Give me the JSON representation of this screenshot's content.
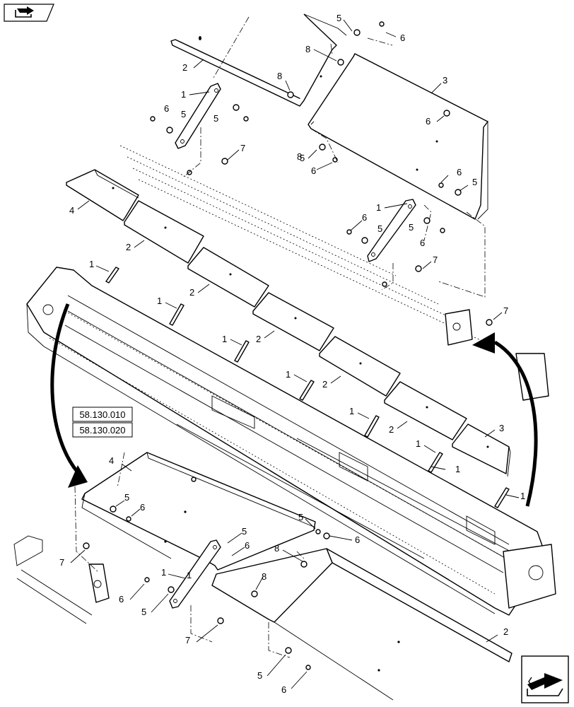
{
  "icons": {
    "top_left": "folder-arrow-icon",
    "bottom_right": "next-page-arrow-icon"
  },
  "references": [
    "58.130.010",
    "58.130.020"
  ],
  "callouts": {
    "c1": "5",
    "c2": "6",
    "c3": "8",
    "c4": "3",
    "c5": "2",
    "c6": "8",
    "c7": "1",
    "c8": "6",
    "c9": "5",
    "c10": "5",
    "c11": "6",
    "c12": "8",
    "c13": "7",
    "c14": "5",
    "c15": "6",
    "c16": "4",
    "c17": "6",
    "c18": "5",
    "c19": "1",
    "c20": "2",
    "c21": "6",
    "c22": "5",
    "c23": "5",
    "c24": "6",
    "c25": "1",
    "c26": "7",
    "c27": "1",
    "c28": "2",
    "c29": "1",
    "c30": "7",
    "c31": "2",
    "c32": "1",
    "c33": "1",
    "c34": "2",
    "c35": "1",
    "c36": "2",
    "c37": "1",
    "c38": "3",
    "c39": "1",
    "c40": "1",
    "c41": "4",
    "c42": "5",
    "c43": "6",
    "c44": "5",
    "c45": "5",
    "c46": "6",
    "c47": "6",
    "c48": "8",
    "c49": "7",
    "c50": "1",
    "c51": "6",
    "c52": "5",
    "c53": "8",
    "c54": "7",
    "c55": "2",
    "c56": "5",
    "c57": "6"
  }
}
